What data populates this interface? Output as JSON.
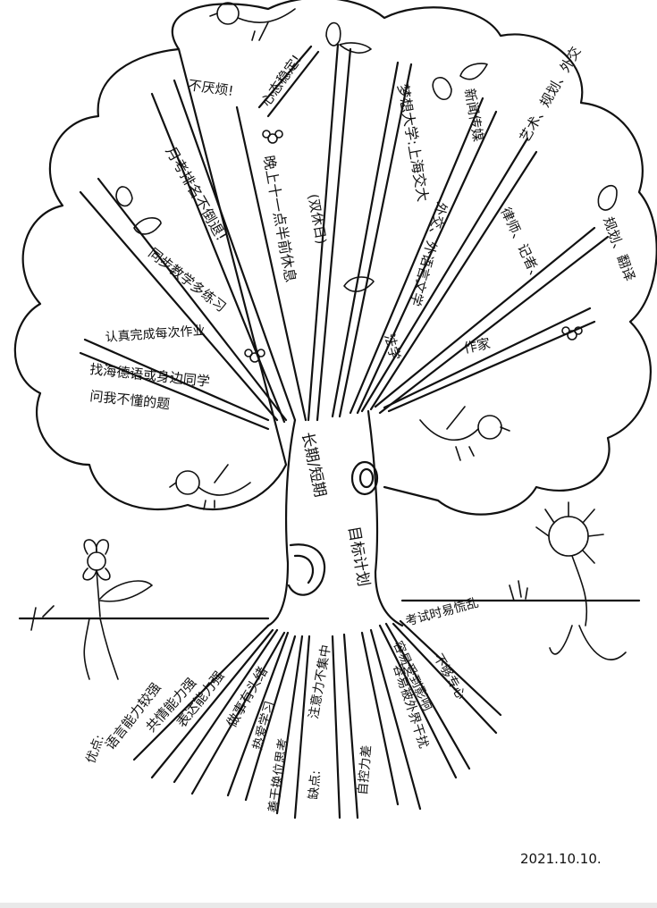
{
  "trunk": {
    "top_label": "长期/短期",
    "mid_label": "目标计划"
  },
  "branches": {
    "b1": "不厌烦!",
    "b2": "心态稳定!",
    "b3": "月考排名不倒退!",
    "b4": "晚上十一点半前休息",
    "b5": "(双休日)",
    "b6": "梦想大学:上海交大",
    "b7": "新闻传媒",
    "b8": "艺术、规划、外交",
    "b9": "外交、外语言文学",
    "b10": "律师、记者、",
    "b11": "法学",
    "b12": "规划、翻译",
    "b13": "作家",
    "b14": "同步教学多练习",
    "b15": "认真完成每次作业",
    "b16": "找海德语或身边同学",
    "b17": "问我不懂的题"
  },
  "roots": {
    "r1": "优点:",
    "r2": "语言能力较强",
    "r3": "共情能力强",
    "r4": "表达能力强",
    "r5": "做事有头绪",
    "r6": "善于换位思考",
    "r7": "热爱学习",
    "r8": "缺点:",
    "r9": "注意力不集中",
    "r10": "自控力差",
    "r11": "容易受到影响",
    "r12": "容易被外界干扰",
    "r13": "不够专心",
    "r14": "考试时易慌乱"
  },
  "date": "2021.10.10."
}
